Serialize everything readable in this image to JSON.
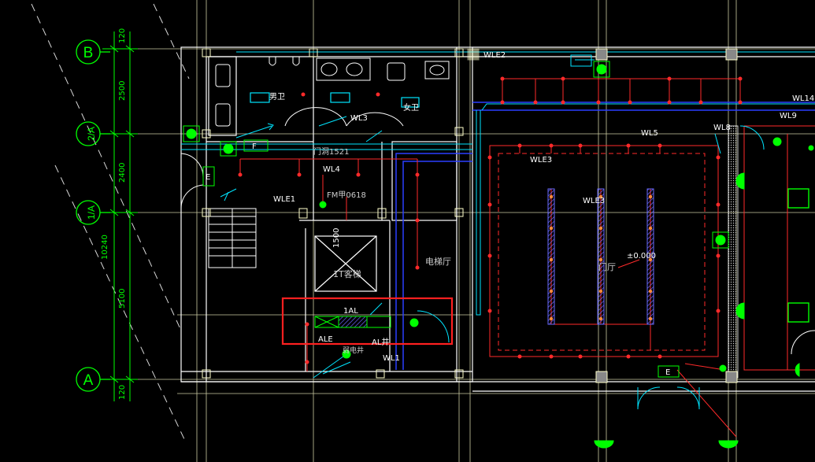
{
  "axes": {
    "B": "B",
    "2A": "2/A",
    "1A": "1/A",
    "A": "A"
  },
  "dimensions": {
    "d120_top": "120",
    "d2500": "2500",
    "d2400": "2400",
    "d10240": "10240",
    "d5100": "5100",
    "d120_bottom": "120"
  },
  "labels": {
    "wle2": "WLE2",
    "wl14": "WL14",
    "wl9": "WL9",
    "wl8": "WL8",
    "wl5": "WL5",
    "wle3_a": "WLE3",
    "wle3_b": "WLE3",
    "wl3": "WL3",
    "wl4": "WL4",
    "wle1": "WLE1",
    "wl1": "WL1",
    "male_wc": "男卫",
    "female_wc": "女卫",
    "door_mj": "门洞1521",
    "fm": "FM甲0618",
    "d1500": "1500",
    "elevator_hall": "电梯厅",
    "elevator": "1T客梯",
    "lobby": "门厅",
    "elev": "±0.000",
    "box_1al": "1AL",
    "box_ale": "ALE",
    "box_al": "AL井",
    "box_e": "E",
    "box_f": "F",
    "box_e_bottom": "E",
    "weak": "弱电井"
  },
  "colors": {
    "background": "#000000",
    "wall": "#ffffff",
    "axis": "#00ff00",
    "grid": "#ffffcc",
    "cyan": "#00e5ff",
    "red_line": "#ff2a2a",
    "highlight_box": "#ff2020",
    "blue_duct": "#2a3fff",
    "hatch": "#6a6aff"
  }
}
